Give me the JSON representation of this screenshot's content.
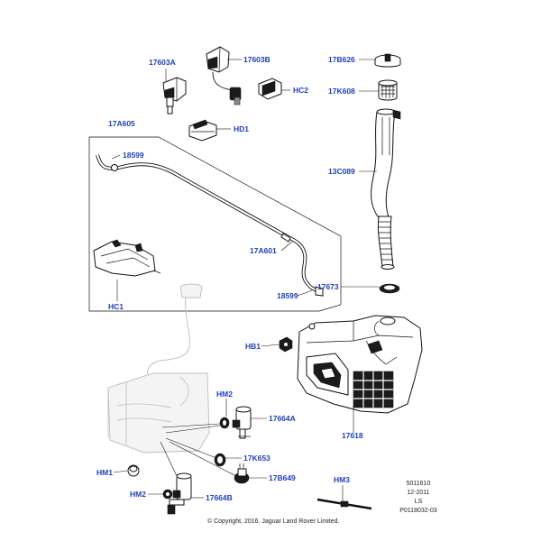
{
  "callouts": {
    "c17603A": "17603A",
    "c17603B": "17603B",
    "hc2": "HC2",
    "hd1": "HD1",
    "c17A605": "17A605",
    "c18599_top": "18599",
    "c17A601": "17A601",
    "c18599_bottom": "18599",
    "hc1": "HC1",
    "c17B626": "17B626",
    "c17K608": "17K608",
    "c13C089": "13C089",
    "c17673": "17673",
    "hb1": "HB1",
    "hm2_top": "HM2",
    "c17664A": "17664A",
    "c17618": "17618",
    "c17K653": "17K653",
    "c17B649": "17B649",
    "hm1": "HM1",
    "hm2_bottom": "HM2",
    "c17664B": "17664B",
    "hm3": "HM3"
  },
  "meta": {
    "line1": "5011610",
    "line2": "12-2011",
    "line3": "LS",
    "line4": "P0118032-03"
  },
  "copyright": "© Copyright, 2016. Jaguar Land Rover Limited.",
  "colors": {
    "callout": "#1f3fb8",
    "ink": "#111111",
    "ghost": "#bdbdbd"
  }
}
